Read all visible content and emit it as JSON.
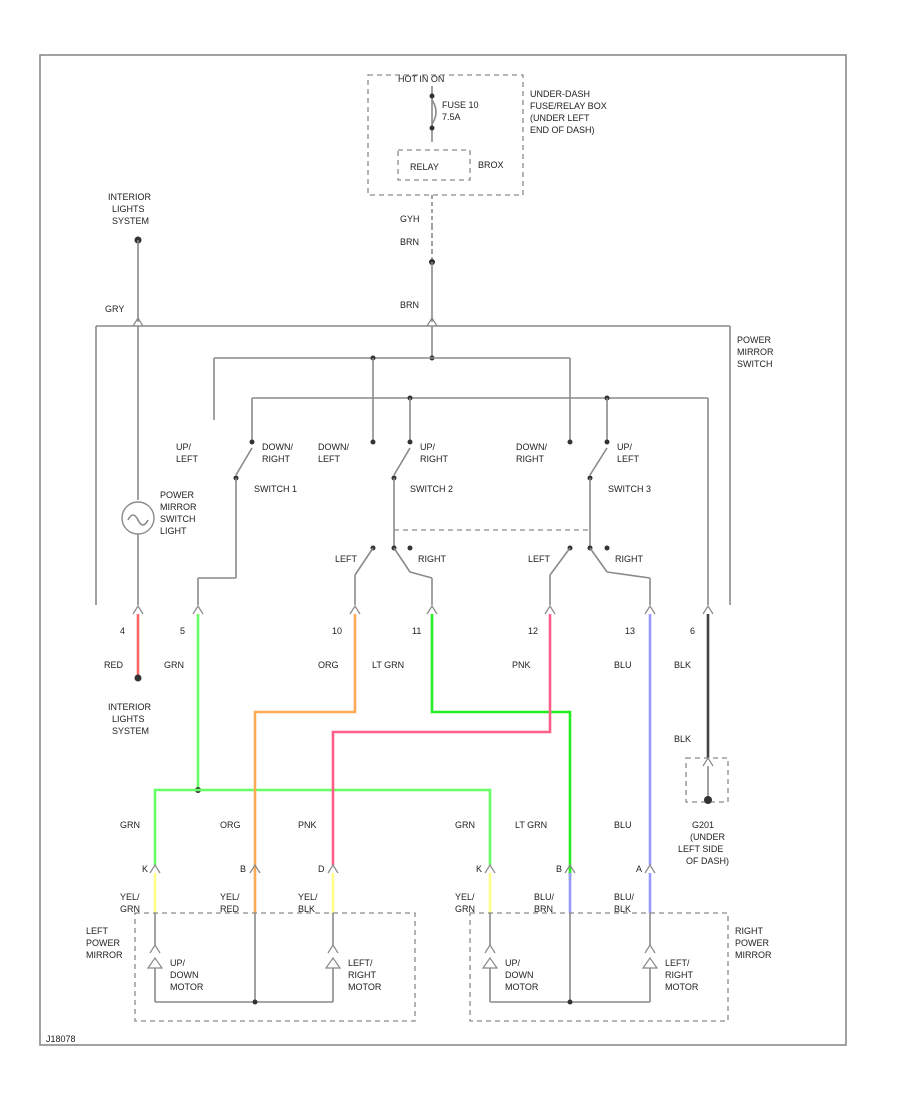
{
  "colors": {
    "grn": "#66ff66",
    "org": "#ffaa55",
    "pnk": "#ff5f88",
    "ltgrn": "#22ee22",
    "blu": "#9999ff",
    "blk": "#444444",
    "red": "#ff6666",
    "yel": "#ffff88",
    "brn": "#e6b47a",
    "gry": "#8a8a8a"
  },
  "labels": {
    "hot_in_on": "HOT IN ON",
    "fuse1": "FUSE 10",
    "fuse2": "7.5A",
    "relay": "RELAY",
    "relay_box": "BROX",
    "ufb1": "UNDER-DASH",
    "ufb2": "FUSE/RELAY BOX",
    "ufb3": "(UNDER LEFT",
    "ufb4": "END OF DASH)",
    "wire_top1": "GYH",
    "wire_top2": "BRN",
    "wire_top3": "BRN",
    "int_top1": "INTERIOR",
    "int_top2": "LIGHTS",
    "int_top3": "SYSTEM",
    "gry": "GRY",
    "pms1": "POWER",
    "pms2": "MIRROR",
    "pms3": "SWITCH",
    "sw1_upleft1": "UP/",
    "sw1_upleft2": "LEFT",
    "sw1_dr1": "DOWN/",
    "sw1_dr2": "RIGHT",
    "sw1": "SWITCH 1",
    "sw2_dl1": "DOWN/",
    "sw2_dl2": "LEFT",
    "sw2_ur1": "UP/",
    "sw2_ur2": "RIGHT",
    "sw2": "SWITCH 2",
    "sw3_dr1": "DOWN/",
    "sw3_dr2": "RIGHT",
    "sw3_ul1": "UP/",
    "sw3_ul2": "LEFT",
    "sw3": "SWITCH 3",
    "light1": "POWER",
    "light2": "MIRROR",
    "light3": "SWITCH",
    "light4": "LIGHT",
    "left_a": "LEFT",
    "right_a": "RIGHT",
    "left_b": "LEFT",
    "right_b": "RIGHT",
    "pin4": "4",
    "pin5": "5",
    "pin10": "10",
    "pin11": "11",
    "pin12": "12",
    "pin13": "13",
    "pin6": "6",
    "red": "RED",
    "grn_a": "GRN",
    "org_a": "ORG",
    "ltgrn_a": "LT GRN",
    "pnk_a": "PNK",
    "blu_a": "BLU",
    "blk_a": "BLK",
    "blk_b": "BLK",
    "int_bot1": "INTERIOR",
    "int_bot2": "LIGHTS",
    "int_bot3": "SYSTEM",
    "g_grn": "GRN",
    "g_org": "ORG",
    "g_pnk": "PNK",
    "g_grn2": "GRN",
    "g_ltgrn": "LT GRN",
    "g_blu": "BLU",
    "g1": "G201",
    "g2": "(UNDER",
    "g3": "LEFT SIDE",
    "g4": "OF DASH)",
    "c_k": "K",
    "c_b": "B",
    "c_d": "D",
    "c_k2": "K",
    "c_b2": "B",
    "c_a": "A",
    "m1a": "YEL/",
    "m1b": "GRN",
    "m2a": "YEL/",
    "m2b": "RED",
    "m3a": "YEL/",
    "m3b": "BLK",
    "m4a": "YEL/",
    "m4b": "GRN",
    "m5a": "BLU/",
    "m5b": "BRN",
    "m6a": "BLU/",
    "m6b": "BLK",
    "lpm1": "LEFT",
    "lpm2": "POWER",
    "lpm3": "MIRROR",
    "rpm1": "RIGHT",
    "rpm2": "POWER",
    "rpm3": "MIRROR",
    "mot1a": "UP/",
    "mot1b": "DOWN",
    "mot1c": "MOTOR",
    "mot2a": "LEFT/",
    "mot2b": "RIGHT",
    "mot2c": "MOTOR",
    "mot3a": "UP/",
    "mot3b": "DOWN",
    "mot3c": "MOTOR",
    "mot4a": "LEFT/",
    "mot4b": "RIGHT",
    "mot4c": "MOTOR",
    "code": "J18078"
  }
}
